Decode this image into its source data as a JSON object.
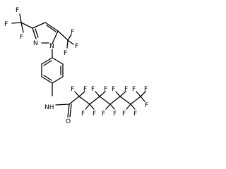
{
  "molecule": {
    "atoms": {
      "F": "F",
      "N": "N",
      "NH": "NH",
      "O": "O"
    }
  },
  "colors": {
    "background": "#ffffff",
    "ink": "#000000"
  }
}
